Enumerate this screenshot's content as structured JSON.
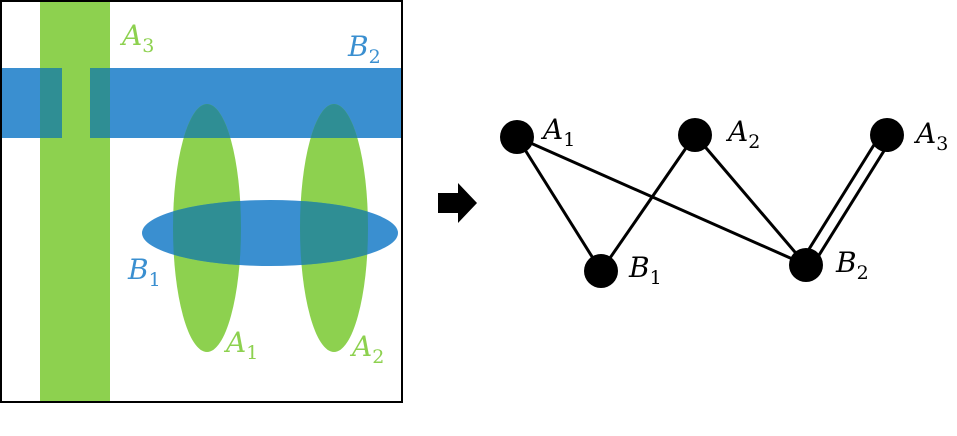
{
  "colors": {
    "green": "#8dd14f",
    "blue": "#3a8fd0",
    "overlap": "#2f8e94",
    "black": "#000000"
  },
  "left_panel": {
    "labels": {
      "A3": {
        "base": "A",
        "sub": "3"
      },
      "B2": {
        "base": "B",
        "sub": "2"
      },
      "B1": {
        "base": "B",
        "sub": "1"
      },
      "A1": {
        "base": "A",
        "sub": "1"
      },
      "A2": {
        "base": "A",
        "sub": "2"
      }
    }
  },
  "arrow": {
    "icon": "right-arrow-icon"
  },
  "graph": {
    "nodes": {
      "A1": {
        "base": "A",
        "sub": "1"
      },
      "A2": {
        "base": "A",
        "sub": "2"
      },
      "A3": {
        "base": "A",
        "sub": "3"
      },
      "B1": {
        "base": "B",
        "sub": "1"
      },
      "B2": {
        "base": "B",
        "sub": "2"
      }
    },
    "edges": [
      {
        "from": "A1",
        "to": "B1",
        "type": "single"
      },
      {
        "from": "A1",
        "to": "B2",
        "type": "single"
      },
      {
        "from": "A2",
        "to": "B1",
        "type": "single"
      },
      {
        "from": "A2",
        "to": "B2",
        "type": "single"
      },
      {
        "from": "A3",
        "to": "B2",
        "type": "double"
      }
    ]
  }
}
